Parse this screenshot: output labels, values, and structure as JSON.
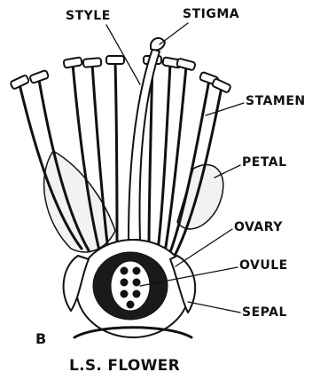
{
  "labels": {
    "style": "STYLE",
    "stigma": "STIGMA",
    "stamen": "STAMEN",
    "petal": "PETAL",
    "ovary": "OVARY",
    "ovule": "OVULE",
    "sepal": "SEPAL"
  },
  "figure_letter": "B",
  "caption": "L.S. FLOWER"
}
